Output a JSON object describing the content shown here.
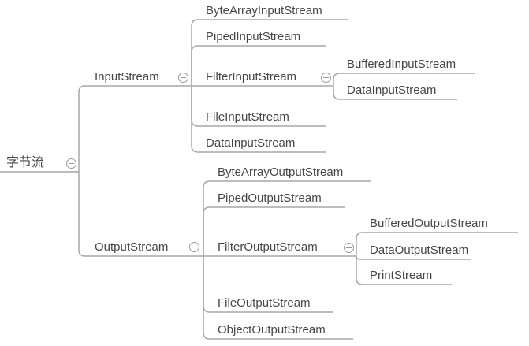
{
  "colors": {
    "background": "#ffffff",
    "line": "#a7a7a7",
    "text": "#464646",
    "icon": "#9a9a9a"
  },
  "icons": {
    "collapse": "minus-circle"
  },
  "tree": {
    "label": "字节流",
    "children": [
      {
        "label": "InputStream",
        "children": [
          {
            "label": "ByteArrayInputStream"
          },
          {
            "label": "PipedInputStream"
          },
          {
            "label": "FilterInputStream",
            "children": [
              {
                "label": "BufferedInputStream"
              },
              {
                "label": "DataInputStream"
              }
            ]
          },
          {
            "label": "FileInputStream"
          },
          {
            "label": "DataInputStream"
          }
        ]
      },
      {
        "label": "OutputStream",
        "children": [
          {
            "label": "ByteArrayOutputStream"
          },
          {
            "label": "PipedOutputStream"
          },
          {
            "label": "FilterOutputStream",
            "children": [
              {
                "label": "BufferedOutputStream"
              },
              {
                "label": "DataOutputStream"
              },
              {
                "label": "PrintStream"
              }
            ]
          },
          {
            "label": "FileOutputStream"
          },
          {
            "label": "ObjectOutputStream"
          }
        ]
      }
    ]
  }
}
